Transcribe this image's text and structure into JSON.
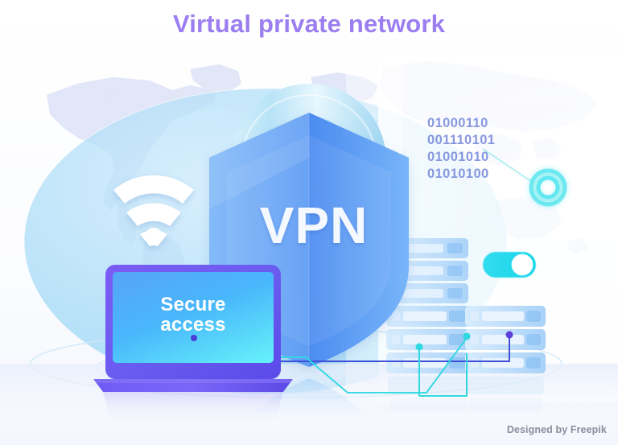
{
  "page": {
    "title": "Virtual private network",
    "title_color": "#9b7ef0",
    "background_color": "#fdfdff",
    "credit": "Designed by Freepik"
  },
  "shield": {
    "wordmark": "VPN",
    "wordmark_color": "#f4f8ff",
    "fill_color": "#5694f0",
    "lock_color": "#bfe5f7"
  },
  "binary": {
    "color": "#8193dd",
    "lines": [
      "01000110",
      "001110101",
      "01001010",
      "01010100"
    ]
  },
  "laptop": {
    "screen_line_1": "Secure",
    "screen_line_2": "access",
    "bezel_color": "#6a5cf0",
    "screen_color_top": "#4fa3f7",
    "screen_color_bottom": "#62e8f9"
  },
  "toggle": {
    "state": "on",
    "track_color": "#2fe0e8",
    "knob_color": "#ffffff"
  },
  "servers": {
    "left_stack_units": 6,
    "right_stack_units": 3,
    "unit_color": "#bcdcfa"
  },
  "icons": {
    "wifi": "wifi-icon",
    "lock": "padlock-icon",
    "shield": "shield-icon",
    "toggle": "toggle-switch-icon",
    "location": "location-ring-icon",
    "server_left": "server-rack-icon",
    "server_right": "server-rack-icon",
    "laptop": "laptop-icon",
    "globe": "globe-icon",
    "world_map": "world-map-icon"
  },
  "connectors": {
    "laptop_to_server_color": "#3f4fd8",
    "server_to_server_color": "#2fd9e0",
    "node_purple": "#5a3fd8",
    "node_cyan": "#2fd9e0"
  }
}
